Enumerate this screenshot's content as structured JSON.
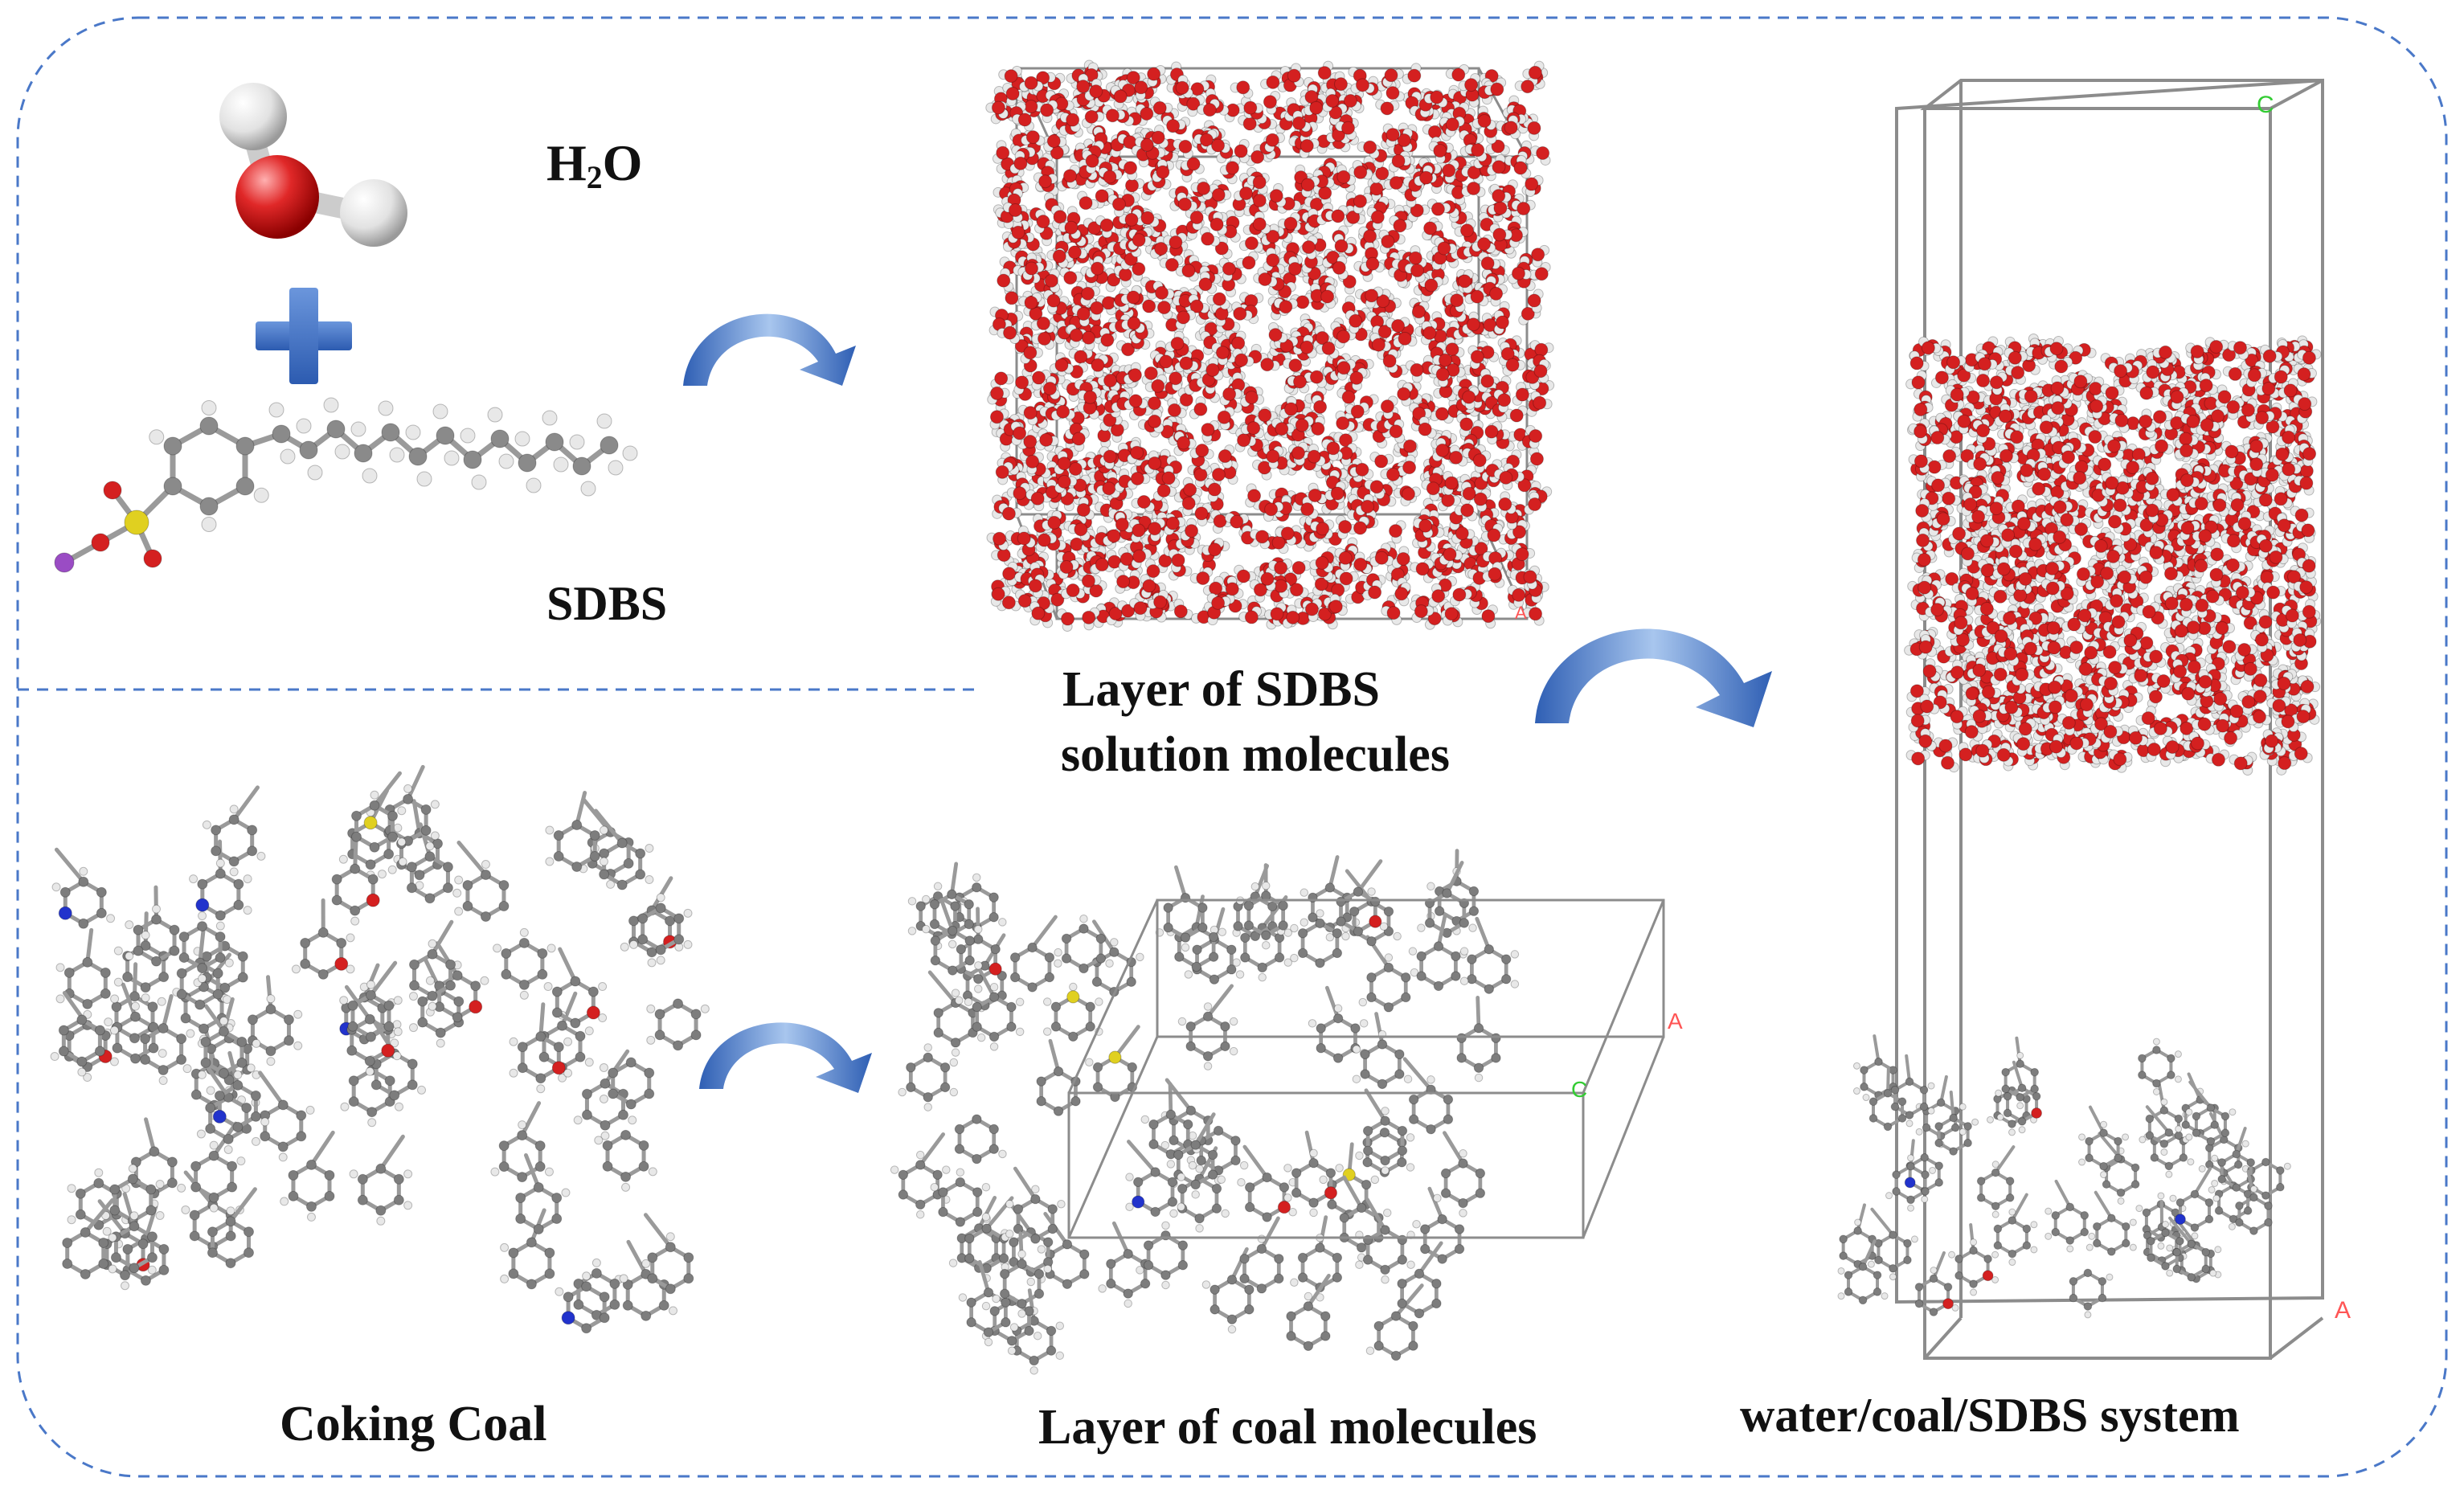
{
  "labels": {
    "water_prefix": "H",
    "water_sub": "2",
    "water_suffix": "O",
    "surfactant": "SDBS",
    "solution_layer_line1": "Layer of SDBS",
    "solution_layer_line2": "solution  molecules",
    "coal": "Coking Coal",
    "coal_layer": "Layer of coal  molecules",
    "system": "water/coal/SDBS system"
  },
  "axis_markers": {
    "a": "A",
    "c": "C"
  },
  "colors": {
    "border": "#4a78c8",
    "arrow_light": "#8fb4e8",
    "arrow_dark": "#2f5fb4",
    "plus": "#3a6cc8",
    "oxygen": "#d42020",
    "hydrogen": "#e8e8e8",
    "carbon": "#8a8a8a",
    "nitrogen": "#2233cc",
    "sulfur": "#e0d020",
    "sodium": "#9a4cc4",
    "box_edge": "#8c8c8c",
    "a_marker": "#ff5555",
    "c_marker": "#33cc33"
  },
  "icons": [
    "curved-arrow-icon",
    "plus-icon"
  ]
}
